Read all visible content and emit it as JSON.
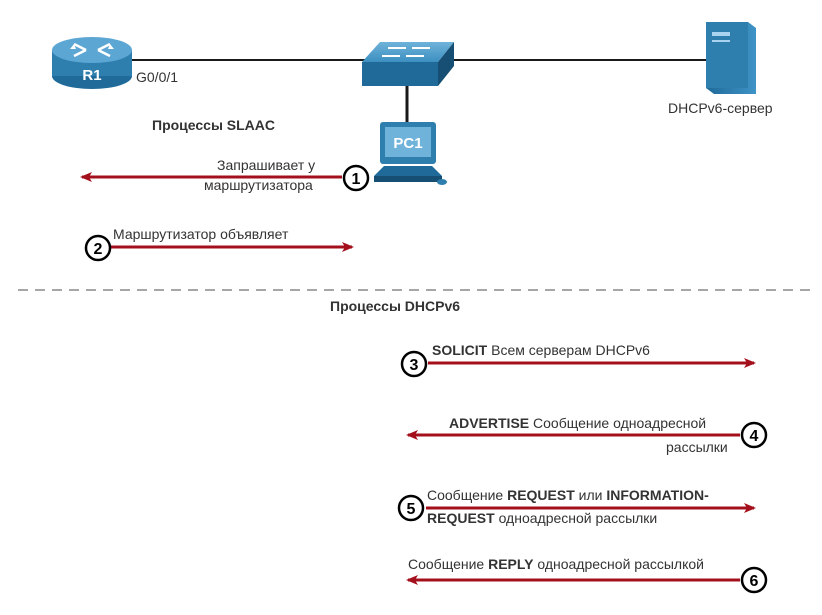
{
  "devices": {
    "router": {
      "label": "R1",
      "interface": "G0/0/1"
    },
    "pc": {
      "label": "PC1"
    },
    "server": {
      "label": "DHCPv6-сервер"
    }
  },
  "sections": {
    "slaac_title": "Процессы SLAAC",
    "dhcp_title": "Процессы DHCPv6"
  },
  "steps": [
    {
      "num": "1",
      "line1": "Запрашивает у",
      "line2": "маршрутизатора"
    },
    {
      "num": "2",
      "text": "Маршрутизатор объявляет"
    },
    {
      "num": "3",
      "bold": "SOLICIT",
      "text": " Всем серверам DHCPv6"
    },
    {
      "num": "4",
      "bold": "ADVERTISE",
      "text": " Сообщение одноадресной",
      "line2": "рассылки"
    },
    {
      "num": "5",
      "pre": "Сообщение ",
      "bold": "REQUEST",
      "mid": " или ",
      "bold2": "INFORMATION-",
      "bold3": "REQUEST",
      "post": " одноадресной рассылки"
    },
    {
      "num": "6",
      "pre": "Сообщение ",
      "bold": "REPLY",
      "post": " одноадресной рассылкой"
    }
  ],
  "colors": {
    "arrow": "#a30f1a",
    "device": "#2f7fae",
    "dash": "#a6a6a6"
  }
}
